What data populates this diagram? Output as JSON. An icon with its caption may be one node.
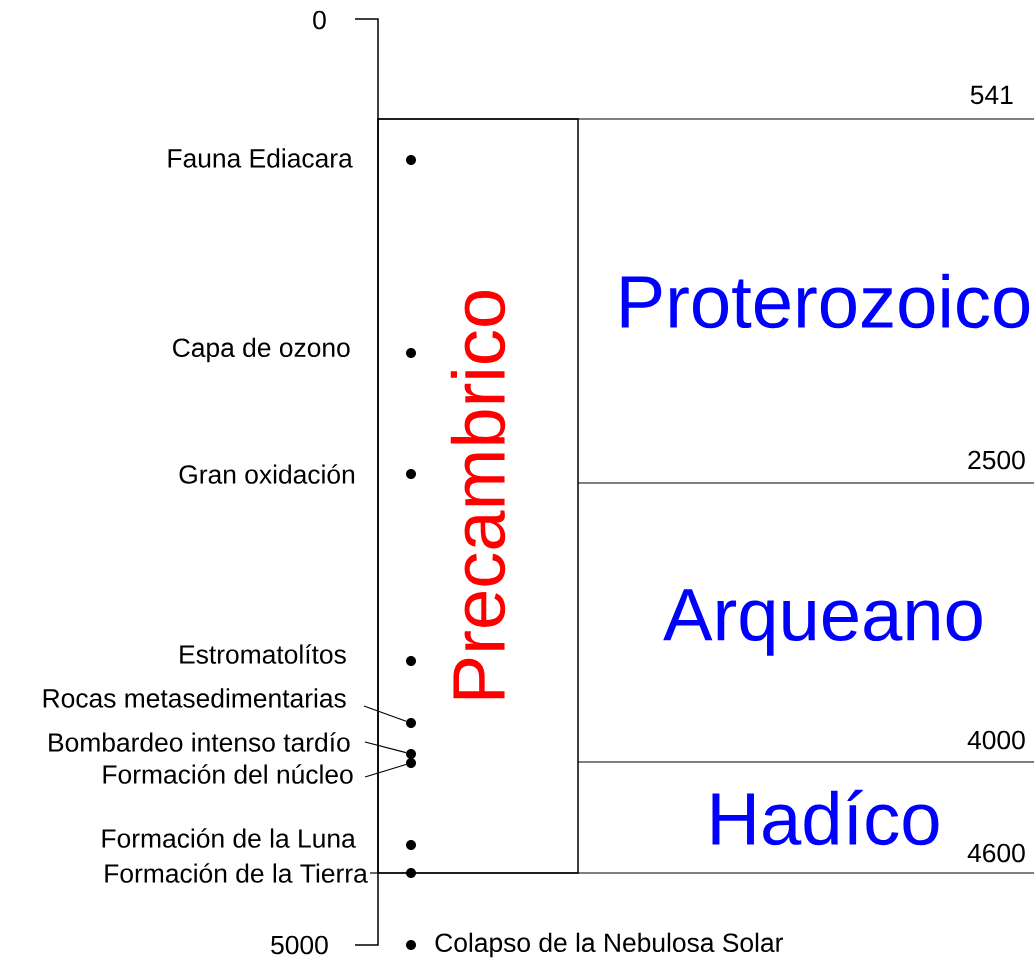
{
  "diagram": {
    "nodes": [
      {
        "text": [
          "Precambrico"
        ]
      },
      {
        "text": [
          "Proterozoico"
        ]
      },
      {
        "text": [
          "Arqueano"
        ]
      },
      {
        "text": [
          "Hadíco"
        ]
      },
      {
        "text": [
          "Rocas metasedimentarias"
        ]
      },
      {
        "text": [],
        "shape": "circle",
        "in": 0
      },
      {
        "text": [
          "Bombardeo intenso tardío"
        ]
      },
      {
        "text": [],
        "shape": "circle",
        "in": 0
      },
      {
        "text": [
          "Formación del núcleo"
        ]
      },
      {
        "text": [],
        "shape": "circle",
        "in": 0
      }
    ],
    "edges": [
      {
        "from": 4,
        "to": 5,
        "arrow": "none"
      },
      {
        "from": 6,
        "to": 7,
        "arrow": "none"
      },
      {
        "from": 8,
        "to": 9,
        "arrow": "none"
      }
    ],
    "labels": [
      "0",
      "541",
      "Fauna Ediacara",
      "Capa de ozono",
      "2500",
      "Gran oxidación",
      "Estromatolítos",
      "4000",
      "Formación de la Luna",
      "4600",
      "Formación de la Tierra",
      "5000",
      "Colapso de la Nebulosa Solar"
    ]
  }
}
